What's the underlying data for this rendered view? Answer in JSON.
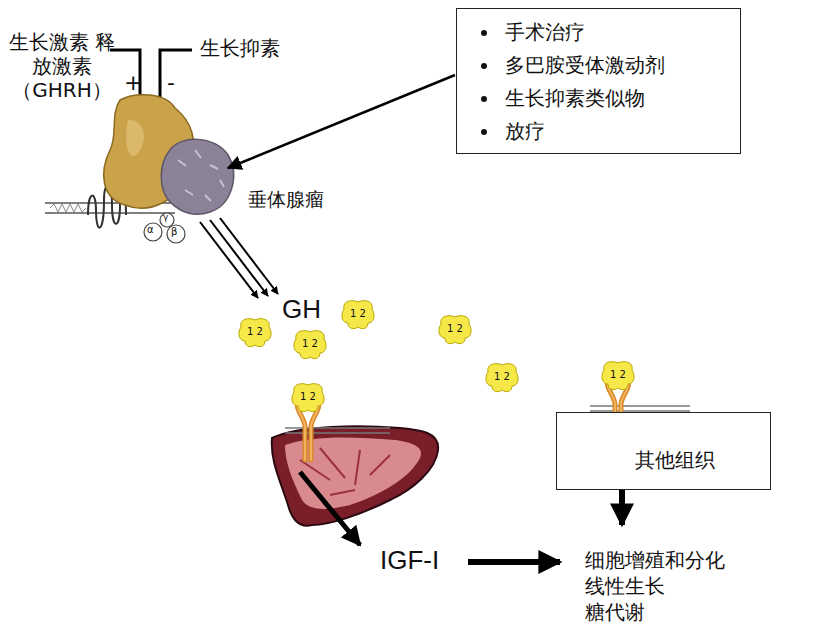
{
  "diagram": {
    "nodes": [
      {
        "text": [
          "手术治疗",
          "多巴胺受体激动剂",
          "生长抑素类似物",
          "放疗"
        ]
      },
      {
        "text": [
          "其他组织"
        ]
      }
    ],
    "labels": [
      "生长激素 释放激素 （GHRH）",
      "+",
      "-",
      "生长抑素",
      "垂体腺瘤",
      "α",
      "β",
      "γ",
      "GH",
      "1 2",
      "1 2",
      "1 2",
      "1 2",
      "1 2",
      "1 2",
      "1 2",
      "IGF-I",
      "细胞增殖和分化",
      "线性生长",
      "糖代谢"
    ]
  }
}
